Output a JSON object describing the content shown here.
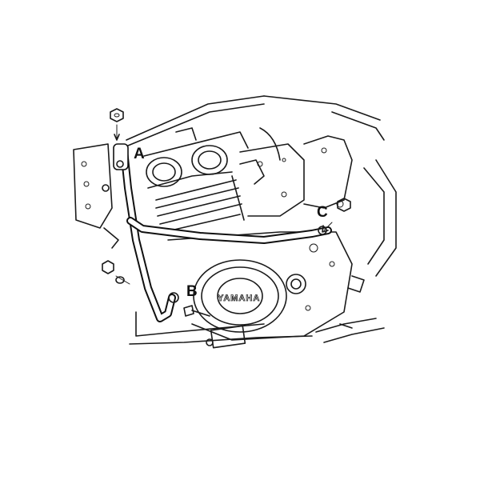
{
  "diagram": {
    "callouts": {
      "a": "A",
      "b": "B",
      "c": "C"
    },
    "engine_badge_text": "YAMAHA",
    "colors": {
      "ink": "#111111",
      "paper": "#ffffff"
    }
  }
}
